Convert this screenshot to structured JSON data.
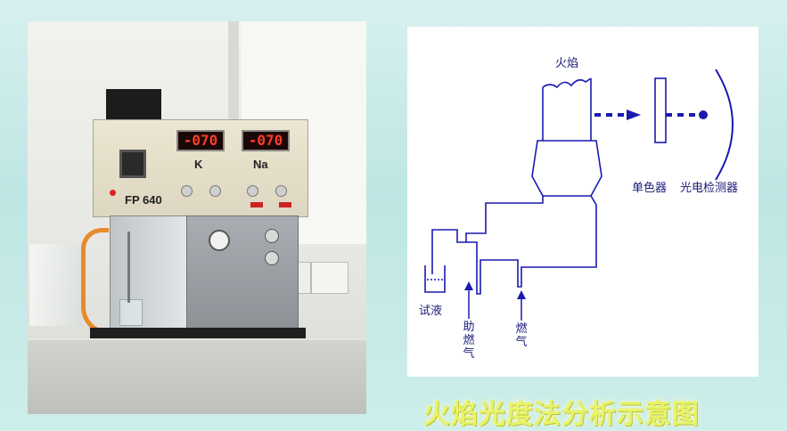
{
  "instrument": {
    "model_label": "FP 640",
    "channels": [
      {
        "display": "-070",
        "label": "K"
      },
      {
        "display": "-070",
        "label": "Na"
      }
    ]
  },
  "diagram": {
    "flame_label": "火焰",
    "monochromator_label": "单色器",
    "detector_label": "光电检测器",
    "sample_label": "试液",
    "oxidant_label": "助燃气",
    "fuel_label": "燃气"
  },
  "caption": "火焰光度法分析示意图",
  "colors": {
    "diagram_line": "#1a1ab0",
    "caption": "#e8f36a",
    "lcd_digits": "#ff3b2a"
  }
}
